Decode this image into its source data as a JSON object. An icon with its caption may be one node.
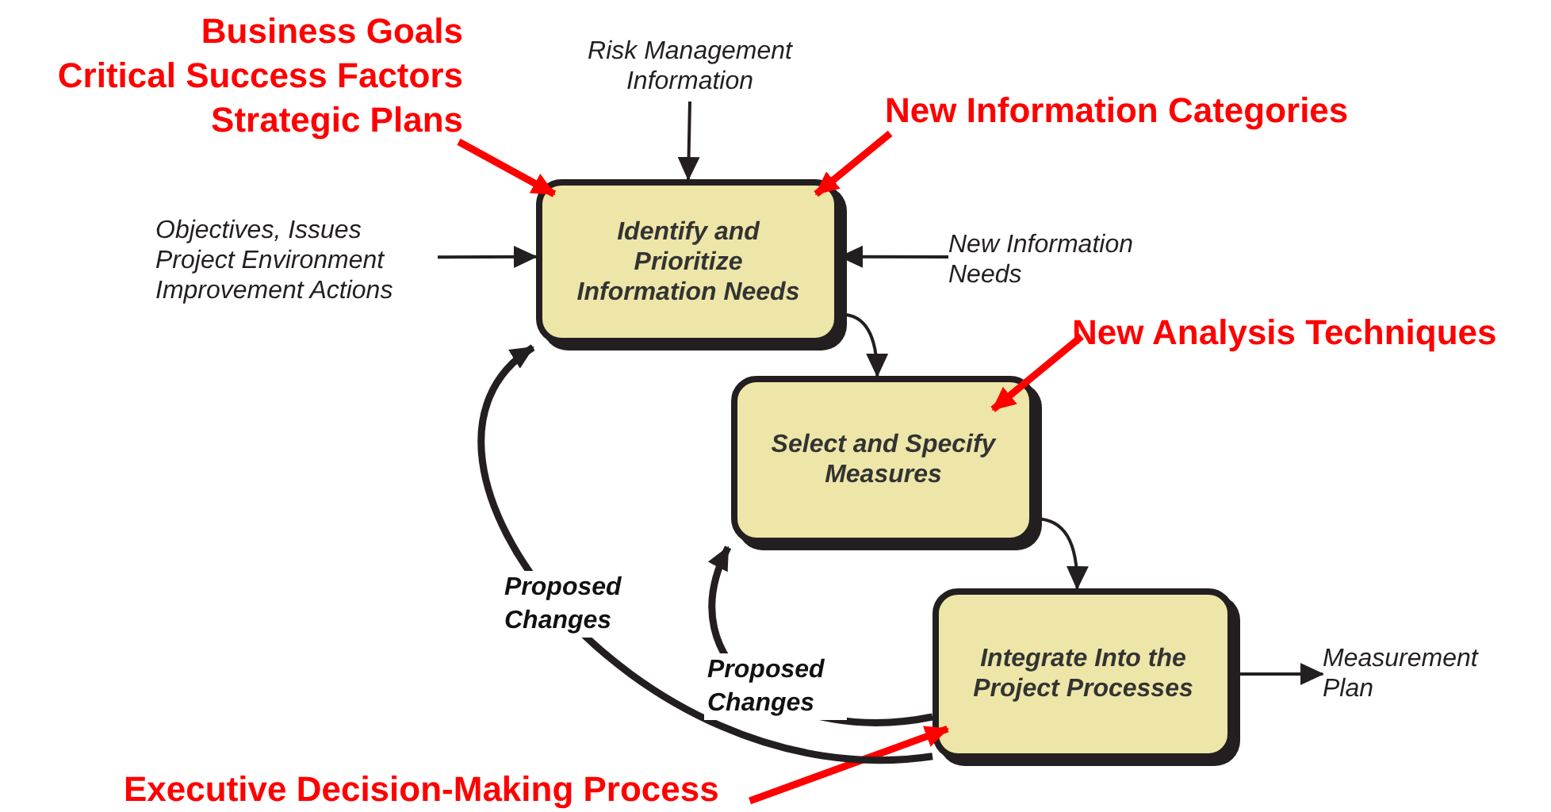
{
  "diagram": {
    "nodes": [
      {
        "text": [
          "Identify and Prioritize Information Needs"
        ]
      },
      {
        "text": [
          "Select and Specify Measures"
        ]
      },
      {
        "text": [
          "Integrate Into the Project Processes"
        ]
      },
      {
        "text": [
          "Business Goals",
          "Critical Success Factors",
          "Strategic Plans"
        ]
      },
      {
        "text": [
          "Risk Management Information"
        ]
      },
      {
        "text": [
          "New Information Categories"
        ]
      },
      {
        "text": [
          "Objectives, Issues",
          "Project Environment",
          "Improvement Actions"
        ]
      },
      {
        "text": [
          "New Information Needs"
        ]
      },
      {
        "text": [
          "New Analysis Techniques"
        ]
      },
      {
        "text": [
          "Executive Decision-Making Process"
        ]
      },
      {
        "text": [
          "Measurement Plan"
        ]
      }
    ],
    "edges": [
      {
        "from": 3,
        "to": 0,
        "arrow": "to",
        "style": "thick",
        "color": "#ff0000"
      },
      {
        "from": 4,
        "to": 0,
        "arrow": "to"
      },
      {
        "from": 5,
        "to": 0,
        "arrow": "to",
        "style": "thick",
        "color": "#ff0000"
      },
      {
        "from": 6,
        "to": 0,
        "arrow": "to"
      },
      {
        "from": 7,
        "to": 0,
        "arrow": "to"
      },
      {
        "from": 0,
        "to": 1,
        "arrow": "to"
      },
      {
        "from": 8,
        "to": 1,
        "arrow": "to",
        "style": "thick",
        "color": "#ff0000"
      },
      {
        "from": 1,
        "to": 2,
        "arrow": "to"
      },
      {
        "from": 2,
        "to": 10,
        "arrow": "to"
      },
      {
        "from": 9,
        "to": 2,
        "arrow": "to",
        "style": "thick",
        "color": "#ff0000"
      },
      {
        "from": 2,
        "to": 0,
        "arrow": "to",
        "label": "Proposed Changes",
        "style": "thick"
      },
      {
        "from": 2,
        "to": 1,
        "arrow": "to",
        "label": "Proposed Changes",
        "style": "thick"
      }
    ]
  }
}
